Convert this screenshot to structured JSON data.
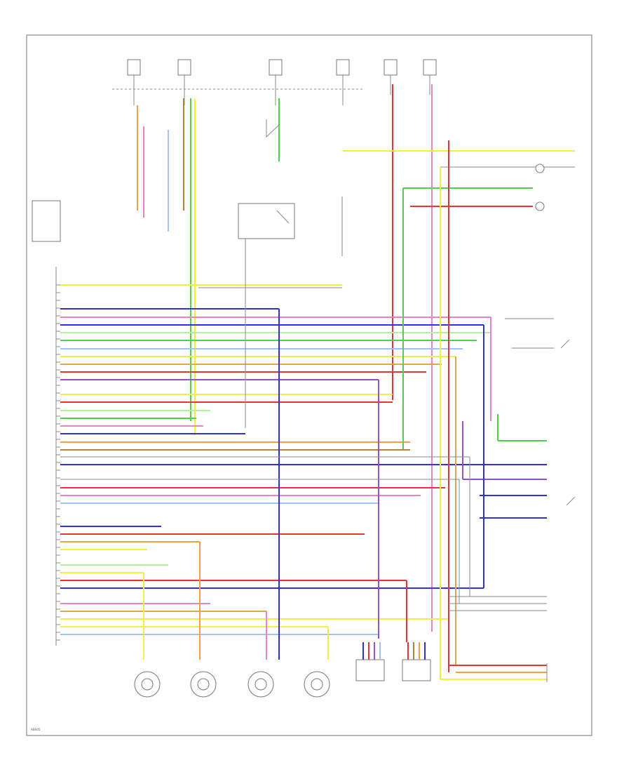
{
  "colors": {
    "frame": "#8a8a8a",
    "yellow": "#f0f040",
    "blue": "#3030e0",
    "red": "#f03030",
    "green": "#50d050",
    "orange": "#f0a040",
    "pink": "#f080c0",
    "gray": "#8a8a8a",
    "brown": "#b08040",
    "violet": "#9050d0",
    "lightgreen": "#b0f0a0",
    "lightblue": "#a0c0ff"
  },
  "corner_code": "ABS05",
  "sensors": [
    {
      "id": "rf"
    },
    {
      "id": "lf"
    },
    {
      "id": "rr"
    },
    {
      "id": "lr"
    }
  ],
  "modules": [
    {
      "id": "yaw-rate"
    },
    {
      "id": "steering-angle"
    }
  ]
}
